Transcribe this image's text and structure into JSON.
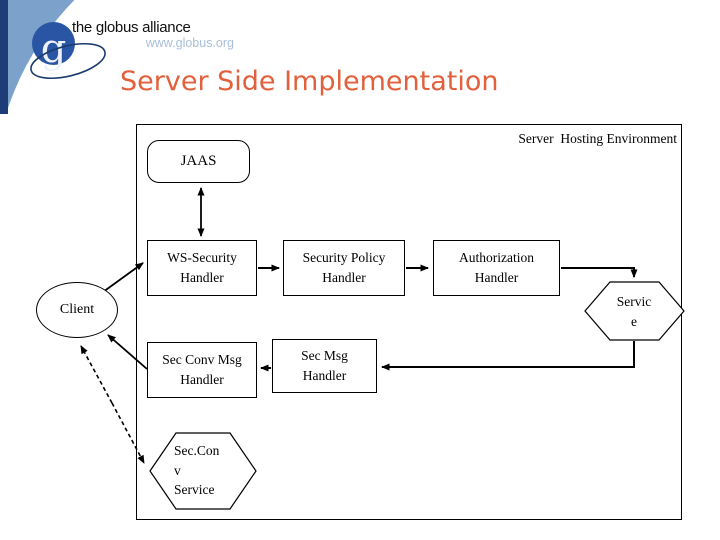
{
  "slide": {
    "logo": {
      "brand": "the globus alliance",
      "url": "www.globus.org",
      "monogram": "g"
    },
    "title": "Server Side Implementation",
    "diagram": {
      "environment_label": "Server  Hosting Environment",
      "nodes": {
        "jaas": "JAAS",
        "ws_security_handler": "WS-Security\nHandler",
        "security_policy_handler": "Security Policy\nHandler",
        "authorization_handler": "Authorization\nHandler",
        "sec_conv_msg_handler": "Sec Conv Msg\nHandler",
        "sec_msg_handler": "Sec Msg\nHandler",
        "service": "Servic\ne",
        "secconv_service": "Sec.Con\nv\nService",
        "client": "Client"
      }
    },
    "colors": {
      "title": "#E2603B",
      "logo_band": "#7CA2CB",
      "logo_stripe": "#1E3C78",
      "logo_circle": "#2A55A4",
      "logo_url_text": "#A9BED9",
      "diagram_ink": "#000000"
    }
  }
}
